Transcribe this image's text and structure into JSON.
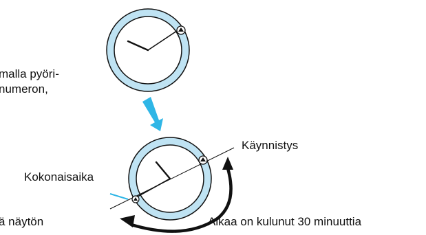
{
  "text_fragments": {
    "left_line_1": "malla pyöri-",
    "left_line_2": "numeron,",
    "left_line_3": "ä näytön"
  },
  "labels": {
    "start": "Käynnistys",
    "total_time": "Kokonaisaika",
    "elapsed": "Aikaa on kulunut 30 minuuttia"
  },
  "colors": {
    "bezel": "#bfe3f3",
    "arrow": "#2fb6e6",
    "outline": "#111111"
  },
  "icons": {
    "down_arrow": "down-arrow-icon",
    "rotation_arrow": "curved-arrow-icon"
  }
}
